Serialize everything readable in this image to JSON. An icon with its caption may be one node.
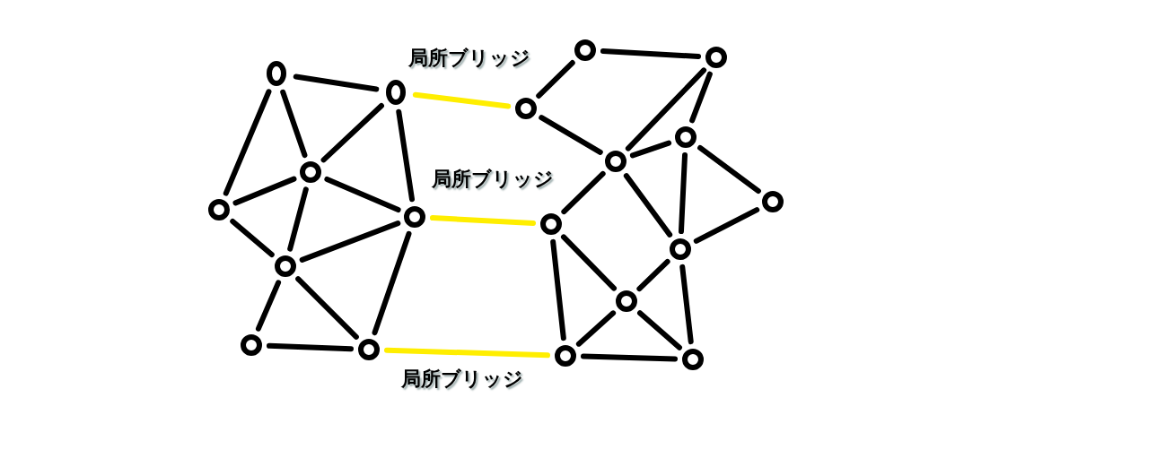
{
  "diagram": {
    "nodes": [
      {
        "text": [],
        "shape": "circle"
      },
      {
        "text": [],
        "shape": "circle"
      },
      {
        "text": [],
        "shape": "circle"
      },
      {
        "text": [],
        "shape": "circle"
      },
      {
        "text": [],
        "shape": "circle"
      },
      {
        "text": [],
        "shape": "circle"
      },
      {
        "text": [],
        "shape": "circle"
      },
      {
        "text": [],
        "shape": "circle"
      },
      {
        "text": [],
        "shape": "circle"
      },
      {
        "text": [],
        "shape": "circle"
      },
      {
        "text": [],
        "shape": "circle"
      },
      {
        "text": [],
        "shape": "circle"
      },
      {
        "text": [],
        "shape": "circle"
      },
      {
        "text": [],
        "shape": "circle"
      },
      {
        "text": [],
        "shape": "circle"
      },
      {
        "text": [],
        "shape": "circle"
      },
      {
        "text": [],
        "shape": "circle"
      },
      {
        "text": [],
        "shape": "circle"
      },
      {
        "text": [],
        "shape": "circle"
      }
    ],
    "edges": [
      {
        "from": 0,
        "to": 1,
        "arrow": "none"
      },
      {
        "from": 0,
        "to": 3,
        "arrow": "none"
      },
      {
        "from": 0,
        "to": 2,
        "arrow": "none"
      },
      {
        "from": 1,
        "to": 2,
        "arrow": "none"
      },
      {
        "from": 1,
        "to": 4,
        "arrow": "none"
      },
      {
        "from": 2,
        "to": 3,
        "arrow": "none"
      },
      {
        "from": 2,
        "to": 4,
        "arrow": "none"
      },
      {
        "from": 2,
        "to": 5,
        "arrow": "none"
      },
      {
        "from": 3,
        "to": 5,
        "arrow": "none"
      },
      {
        "from": 5,
        "to": 4,
        "arrow": "none"
      },
      {
        "from": 5,
        "to": 6,
        "arrow": "none"
      },
      {
        "from": 5,
        "to": 7,
        "arrow": "none"
      },
      {
        "from": 6,
        "to": 7,
        "arrow": "none"
      },
      {
        "from": 4,
        "to": 7,
        "arrow": "none"
      },
      {
        "from": 8,
        "to": 10,
        "arrow": "none"
      },
      {
        "from": 8,
        "to": 9,
        "arrow": "none"
      },
      {
        "from": 9,
        "to": 12,
        "arrow": "none"
      },
      {
        "from": 9,
        "to": 11,
        "arrow": "none"
      },
      {
        "from": 10,
        "to": 12,
        "arrow": "none"
      },
      {
        "from": 12,
        "to": 11,
        "arrow": "none"
      },
      {
        "from": 12,
        "to": 14,
        "arrow": "none"
      },
      {
        "from": 12,
        "to": 15,
        "arrow": "none"
      },
      {
        "from": 11,
        "to": 15,
        "arrow": "none"
      },
      {
        "from": 11,
        "to": 13,
        "arrow": "none"
      },
      {
        "from": 13,
        "to": 15,
        "arrow": "none"
      },
      {
        "from": 14,
        "to": 16,
        "arrow": "none"
      },
      {
        "from": 14,
        "to": 17,
        "arrow": "none"
      },
      {
        "from": 16,
        "to": 15,
        "arrow": "none"
      },
      {
        "from": 16,
        "to": 17,
        "arrow": "none"
      },
      {
        "from": 16,
        "to": 18,
        "arrow": "none"
      },
      {
        "from": 15,
        "to": 18,
        "arrow": "none"
      },
      {
        "from": 17,
        "to": 18,
        "arrow": "none"
      },
      {
        "from": 1,
        "to": 10,
        "arrow": "none",
        "label": "局所ブリッジ",
        "color": "#ffee00"
      },
      {
        "from": 4,
        "to": 14,
        "arrow": "none",
        "label": "局所ブリッジ",
        "color": "#ffee00"
      },
      {
        "from": 7,
        "to": 17,
        "arrow": "none",
        "label": "局所ブリッジ",
        "color": "#ffee00"
      }
    ]
  }
}
